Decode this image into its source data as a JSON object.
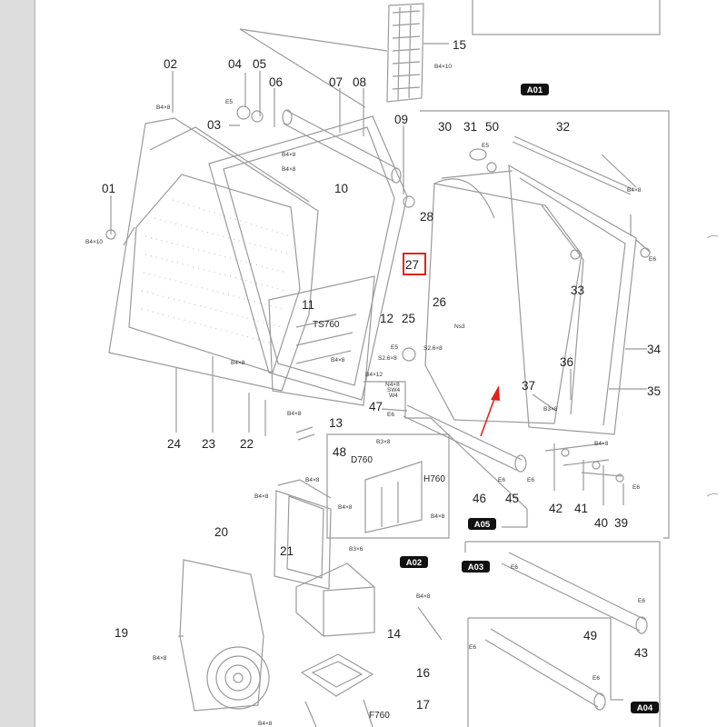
{
  "callouts": [
    "01",
    "02",
    "03",
    "04",
    "05",
    "06",
    "07",
    "08",
    "09",
    "10",
    "11",
    "12",
    "13",
    "14",
    "15",
    "16",
    "17",
    "19",
    "20",
    "21",
    "22",
    "23",
    "24",
    "25",
    "26",
    "27",
    "28",
    "30",
    "31",
    "32",
    "33",
    "34",
    "35",
    "36",
    "37",
    "39",
    "40",
    "41",
    "42",
    "43",
    "45",
    "46",
    "47",
    "48",
    "49",
    "50"
  ],
  "callout_49_dup": "49",
  "callout_11_dup": "11",
  "sub_assemblies": [
    "A01",
    "A02",
    "A03",
    "A04",
    "A05"
  ],
  "codes": {
    "b4x10": "B4×10",
    "b4x8": "B4×8",
    "b4x12": "B4×12",
    "b3x6": "B3×6",
    "b3x8": "B3×8",
    "e5": "E5",
    "e6": "E6",
    "ns3": "Ns3",
    "s26x8": "S2.6×8",
    "n4x8": "N4×8",
    "sw4": "SW4",
    "w4": "W4"
  },
  "model_labels": {
    "ts760": "TS760",
    "d760": "D760",
    "h760": "H760",
    "f760": "F760"
  },
  "highlight": {
    "part": "27",
    "box_color": "#e0241b",
    "arrow_color": "#e0241b"
  }
}
